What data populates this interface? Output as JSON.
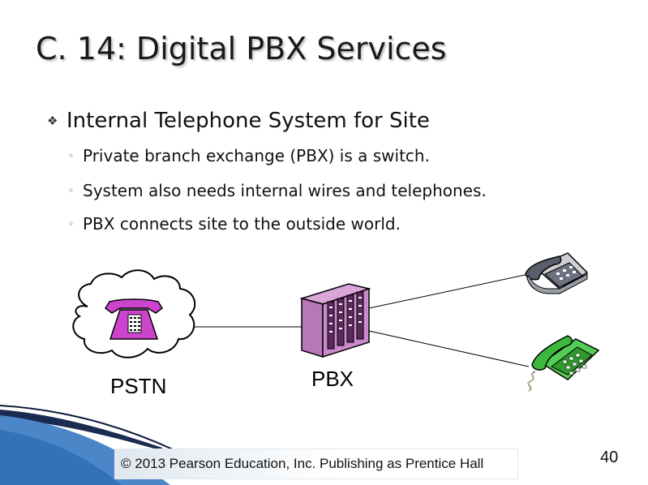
{
  "slide": {
    "title": "C. 14: Digital PBX Services",
    "bullet": "Internal Telephone System for Site",
    "sub_bullets": [
      "Private branch exchange (PBX) is a switch.",
      "System also needs internal wires and telephones.",
      "PBX connects site to the outside world."
    ]
  },
  "diagram": {
    "cloud_label": "PSTN",
    "switch_label": "PBX",
    "colors": {
      "pstn_phone": "#cc44cc",
      "pbx_cabinet": "#cc88cc",
      "desk_phone": "#6e7280",
      "green_phone": "#55cc55"
    }
  },
  "footer": {
    "copyright": "© 2013 Pearson Education, Inc. Publishing as Prentice Hall",
    "page_number": "40"
  }
}
